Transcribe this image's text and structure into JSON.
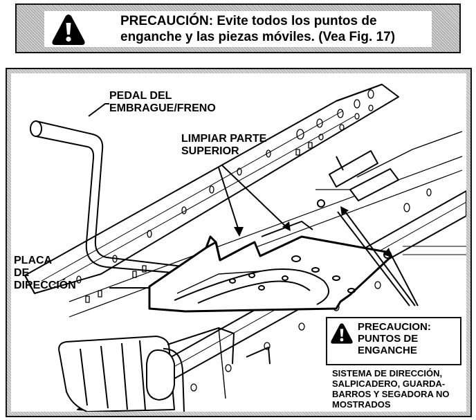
{
  "banner": {
    "icon": "warning-triangle-icon",
    "line1": "PRECAUCIÓN:  Evite todos los puntos de",
    "line2": "enganche y las piezas móviles. (Vea Fig. 17)"
  },
  "figure": {
    "labels": {
      "pedal_line1": "PEDAL DEL",
      "pedal_line2": "EMBRAGUE/FRENO",
      "limpiar_line1": "LIMPIAR PARTE",
      "limpiar_line2": "SUPERIOR",
      "placa_line1": "PLACA",
      "placa_line2": "DE",
      "placa_line3": "DIRECCIÓN"
    },
    "caution_box": {
      "icon": "warning-triangle-icon",
      "line1": "PRECAUCION:",
      "line2": "PUNTOS DE",
      "line3": "ENGANCHE"
    },
    "note": {
      "line1": "SISTEMA DE DIRECCIÓN,",
      "line2": "SALPICADERO,  GUARDA-",
      "line3": "BARROS Y SEGADORA NO",
      "line4": "MOSTRADOS"
    }
  }
}
